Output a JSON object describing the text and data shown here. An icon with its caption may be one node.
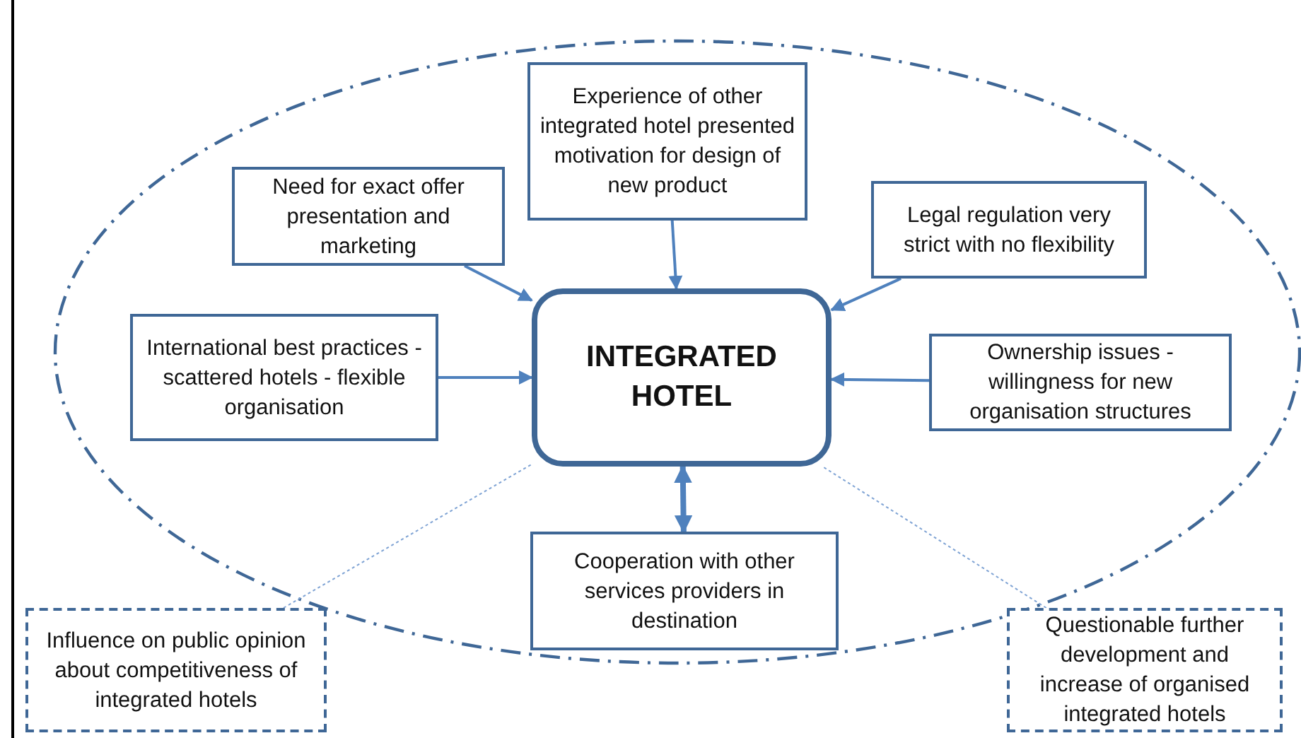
{
  "diagram": {
    "nodes": [
      {
        "text": [
          "Experience of other integrated hotel presented motivation for design of new product"
        ]
      },
      {
        "text": [
          "Need for exact offer presentation and marketing"
        ]
      },
      {
        "text": [
          "Legal regulation very strict with no flexibility"
        ]
      },
      {
        "text": [
          "INTEGRATED HOTEL"
        ]
      },
      {
        "text": [
          "International best practices - scattered hotels - flexible organisation"
        ]
      },
      {
        "text": [
          "Ownership issues - willingness for new organisation structures"
        ]
      },
      {
        "text": [
          "Cooperation with other services providers in destination"
        ]
      },
      {
        "text": [
          "Influence on public opinion about competitiveness of integrated hotels"
        ]
      },
      {
        "text": [
          "Questionable further development and increase of organised integrated hotels"
        ]
      }
    ],
    "edges": [
      {
        "from": 0,
        "to": 3,
        "arrow": "to"
      },
      {
        "from": 1,
        "to": 3,
        "arrow": "to"
      },
      {
        "from": 2,
        "to": 3,
        "arrow": "to"
      },
      {
        "from": 4,
        "to": 3,
        "arrow": "to"
      },
      {
        "from": 5,
        "to": 3,
        "arrow": "to"
      },
      {
        "from": 3,
        "to": 6,
        "arrow": "both",
        "style": "thick"
      },
      {
        "from": 7,
        "to": 3,
        "arrow": "none",
        "style": "dashed"
      },
      {
        "from": 8,
        "to": 3,
        "arrow": "none",
        "style": "dashed"
      }
    ]
  }
}
